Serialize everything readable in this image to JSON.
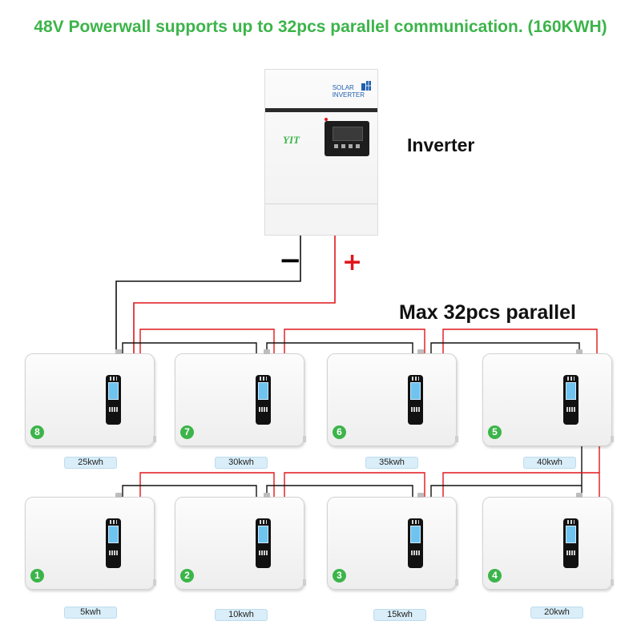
{
  "headline": "48V Powerwall supports up to 32pcs parallel communication. (160KWH)",
  "inverter": {
    "label": "Inverter",
    "brand_line1": "SOLAR",
    "brand_line2": "INVERTER",
    "logo": "YIT"
  },
  "polarity": {
    "minus": "−",
    "plus": "+"
  },
  "parallel_label": "Max 32pcs parallel",
  "colors": {
    "headline": "#3cb44a",
    "positive_wire": "#e0161b",
    "negative_wire": "#111111",
    "badge": "#3cb44a",
    "kwh_tag": "#d9eef9"
  },
  "batteries": [
    {
      "number": "8",
      "capacity": "25kwh"
    },
    {
      "number": "7",
      "capacity": "30kwh"
    },
    {
      "number": "6",
      "capacity": "35kwh"
    },
    {
      "number": "5",
      "capacity": "40kwh"
    },
    {
      "number": "1",
      "capacity": "5kwh"
    },
    {
      "number": "2",
      "capacity": "10kwh"
    },
    {
      "number": "3",
      "capacity": "15kwh"
    },
    {
      "number": "4",
      "capacity": "20kwh"
    }
  ]
}
